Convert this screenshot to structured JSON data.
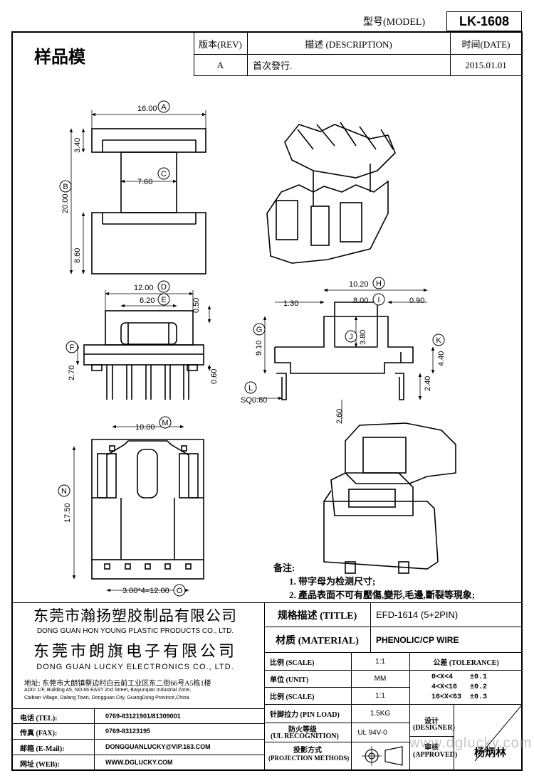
{
  "header": {
    "model_label": "型号(MODEL)",
    "model_value": "LK-1608",
    "sample_title": "样品模",
    "rev_header": "版本(REV)",
    "desc_header": "描述 (DESCRIPTION)",
    "date_header": "时间(DATE)",
    "rev_value": "A",
    "desc_value": "首次發行.",
    "date_value": "2015.01.01"
  },
  "dimensions": {
    "top_width": "16.00",
    "top_width_tag": "A",
    "top_flange": "3.40",
    "total_height": "20.00",
    "total_height_tag": "B",
    "core_width": "7.60",
    "core_width_tag": "C",
    "bottom_flange": "8.60",
    "side_width": "12.00",
    "side_width_tag": "D",
    "side_inner": "6.20",
    "side_inner_tag": "E",
    "side_top_gap": "0.50",
    "side_base": "2.70",
    "side_base_tag": "F",
    "side_pin_gap": "0.60",
    "sec_width": "10.20",
    "sec_width_tag": "H",
    "sec_inner": "8.00",
    "sec_inner_tag": "I",
    "sec_left": "1.30",
    "sec_right": "0.90",
    "sec_height": "9.10",
    "sec_height_tag": "G",
    "sec_core": "3.80",
    "sec_core_tag": "J",
    "sec_step": "4.40",
    "sec_step_tag": "K",
    "sec_pin": "2.40",
    "pin_tag": "L",
    "pin_size": "SQ0.60",
    "pin_len": "2.60",
    "bot_width": "10.00",
    "bot_width_tag": "M",
    "bot_height": "17.50",
    "bot_height_tag": "N",
    "pin_pitch": "3.00*4=12.00",
    "pin_pitch_tag": "O"
  },
  "notes": {
    "title": "备注:",
    "items": [
      "1. 带字母为检测尺寸;",
      "2. 產品表面不可有壓傷,變形,毛邊,斷裂等現象;"
    ]
  },
  "company": {
    "name_cn_1": "东莞市瀚扬塑胶制品有限公司",
    "name_en_1": "DONG GUAN HON YOUNG PLASTIC PRODUCTS CO., LTD.",
    "name_cn_2": "东莞市朗旗电子有限公司",
    "name_en_2": "DONG GUAN LUCKY ELECTRONICS CO., LTD.",
    "address_cn": "地址: 东莞市大朗镇蔡边村白云前工业区东二街66号A5栋1楼",
    "address_en_1": "ADD: 1/F, Building A5, NO.66 EAST 2nd Street, Baiyunqian Industrial Zone,",
    "address_en_2": "Caibian Village, Dalang Town, Dongguan City, GuangDong Province,China"
  },
  "contact": {
    "tel_label": "电话 (TEL):",
    "tel": "0769-83121901/81309001",
    "fax_label": "传真 (FAX):",
    "fax": "0769-83123195",
    "email_label": "邮箱 (E-Mail):",
    "email": "DONGGUANLUCKY@VIP.163.COM",
    "web_label": "网址 (WEB):",
    "web": "WWW.DGLUCKY.COM"
  },
  "spec": {
    "title_label": "规格描述 (TITLE)",
    "title_value": "EFD-1614 (5+2PIN)",
    "material_label": "材质 (MATERIAL)",
    "material_value": "PHENOLIC/CP WIRE",
    "scale_label": "比例 (SCALE)",
    "scale_value": "1:1",
    "tolerance_label": "公差 (TOLERANCE)",
    "unit_label": "单位 (UNIT)",
    "unit_value": "MM",
    "scale2_label": "比例 (SCALE)",
    "scale2_value": "1:1",
    "tol1": "0<X<4    ±0.1",
    "tol2": "4<X<16   ±0.2",
    "tol3": "16<X<63  ±0.3",
    "pin_load_label": "针脚拉力 (PIN LOAD)",
    "pin_load_value": "1.5KG",
    "ul_label_1": "防火等级",
    "ul_label_2": "(UL RECOGNITION)",
    "ul_value": "UL 94V-0",
    "designer_label_1": "设计",
    "designer_label_2": "(DESIGNER)",
    "proj_label_1": "投影方式",
    "proj_label_2": "(PROJECTION METHODS)",
    "approved_label_1": "审核",
    "approved_label_2": "(APPROVED)",
    "approver": "杨炳林",
    "watermark": "www.dglucky.com"
  }
}
